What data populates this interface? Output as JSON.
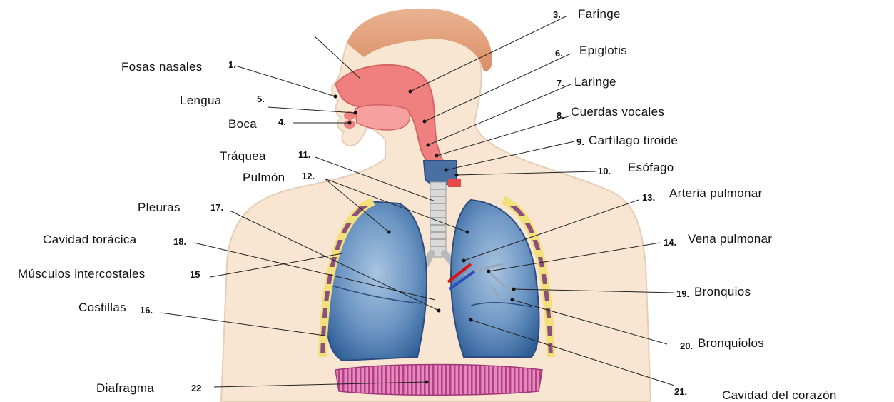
{
  "labels": {
    "fosas_nasales": {
      "number": "1.",
      "text": "Fosas nasales"
    },
    "faringe": {
      "number": "3.",
      "text": "Faringe"
    },
    "boca": {
      "number": "4.",
      "text": "Boca"
    },
    "lengua": {
      "number": "5.",
      "text": "Lengua"
    },
    "epiglotis": {
      "number": "6.",
      "text": "Epiglotis"
    },
    "laringe": {
      "number": "7.",
      "text": "Laringe"
    },
    "cuerdas_vocales": {
      "number": "8.",
      "text": "Cuerdas vocales"
    },
    "cartilago_tiroide": {
      "number": "9.",
      "text": "Cartílago tiroide"
    },
    "esofago": {
      "number": "10.",
      "text": "Esófago"
    },
    "traquea": {
      "number": "11.",
      "text": "Tráquea"
    },
    "pulmon": {
      "number": "12.",
      "text": "Pulmón"
    },
    "arteria_pulmonar": {
      "number": "13.",
      "text": "Arteria pulmonar"
    },
    "vena_pulmonar": {
      "number": "14.",
      "text": "Vena pulmonar"
    },
    "musculos_intercostales": {
      "number": "15",
      "text": "Músculos intercostales"
    },
    "costillas": {
      "number": "16.",
      "text": "Costillas"
    },
    "pleuras": {
      "number": "17.",
      "text": "Pleuras"
    },
    "cavidad_toracica": {
      "number": "18.",
      "text": "Cavidad torácica"
    },
    "bronquios": {
      "number": "19.",
      "text": "Bronquios"
    },
    "bronquiolos": {
      "number": "20.",
      "text": "Bronquiolos"
    },
    "cavidad_corazon": {
      "number": "21.",
      "text": "Cavidad del corazón"
    },
    "diafragma": {
      "number": "22",
      "text": "Diafragma"
    }
  },
  "colors": {
    "skin": "#f9e6d2",
    "hair": "#e7a77f",
    "airway": "#f08080",
    "lung": "#5b86b5",
    "rib": "#8c4f82",
    "pleura": "#f2e07a",
    "diaphragm": "#c85a9a",
    "leader": "#222222"
  }
}
